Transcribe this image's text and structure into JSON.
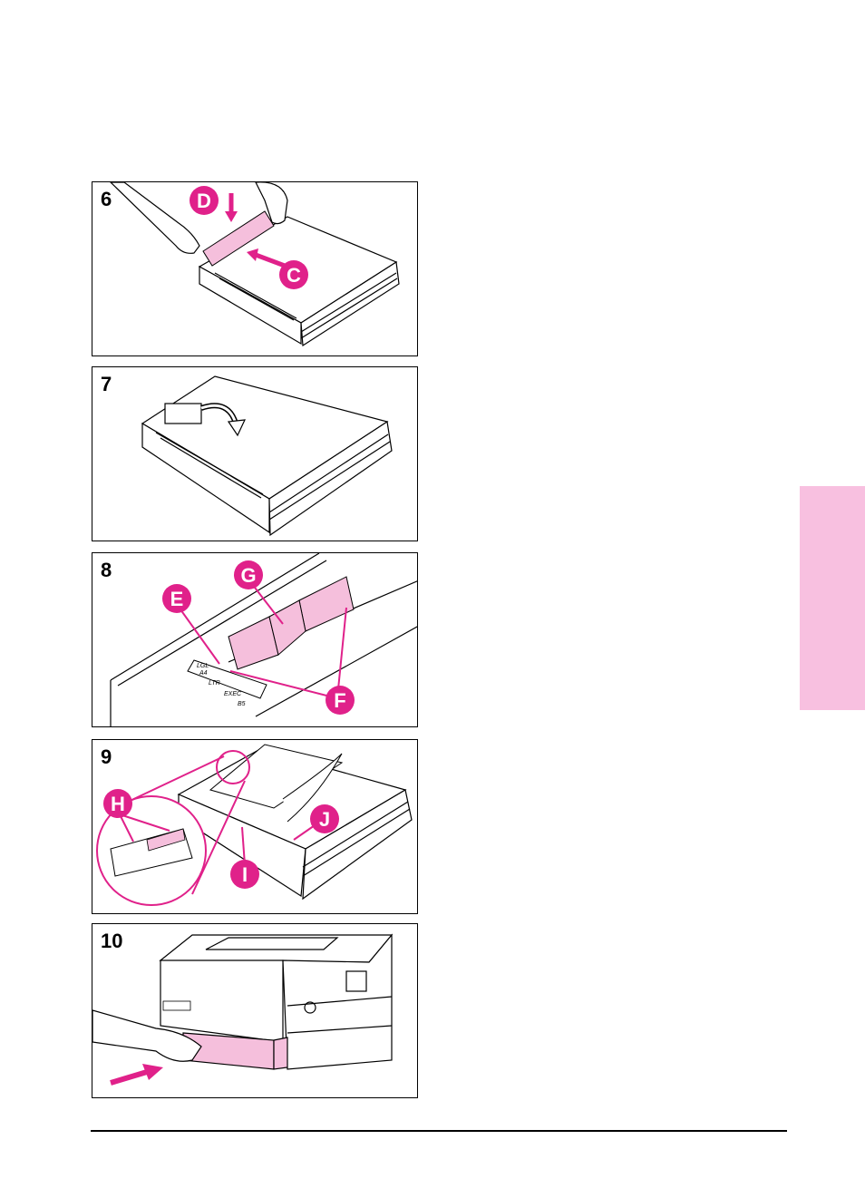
{
  "colors": {
    "accent": "#e0218a",
    "accent_fill": "#f5bfdc",
    "tab": "#f8c0e0",
    "line": "#000000"
  },
  "steps": [
    {
      "number": "6",
      "callouts": [
        "D",
        "C"
      ]
    },
    {
      "number": "7",
      "callouts": []
    },
    {
      "number": "8",
      "callouts": [
        "G",
        "E",
        "F"
      ],
      "guide_labels": [
        "LGL",
        "A4",
        "LTR",
        "EXEC",
        "B5"
      ]
    },
    {
      "number": "9",
      "callouts": [
        "H",
        "J",
        "I"
      ]
    },
    {
      "number": "10",
      "callouts": []
    }
  ]
}
